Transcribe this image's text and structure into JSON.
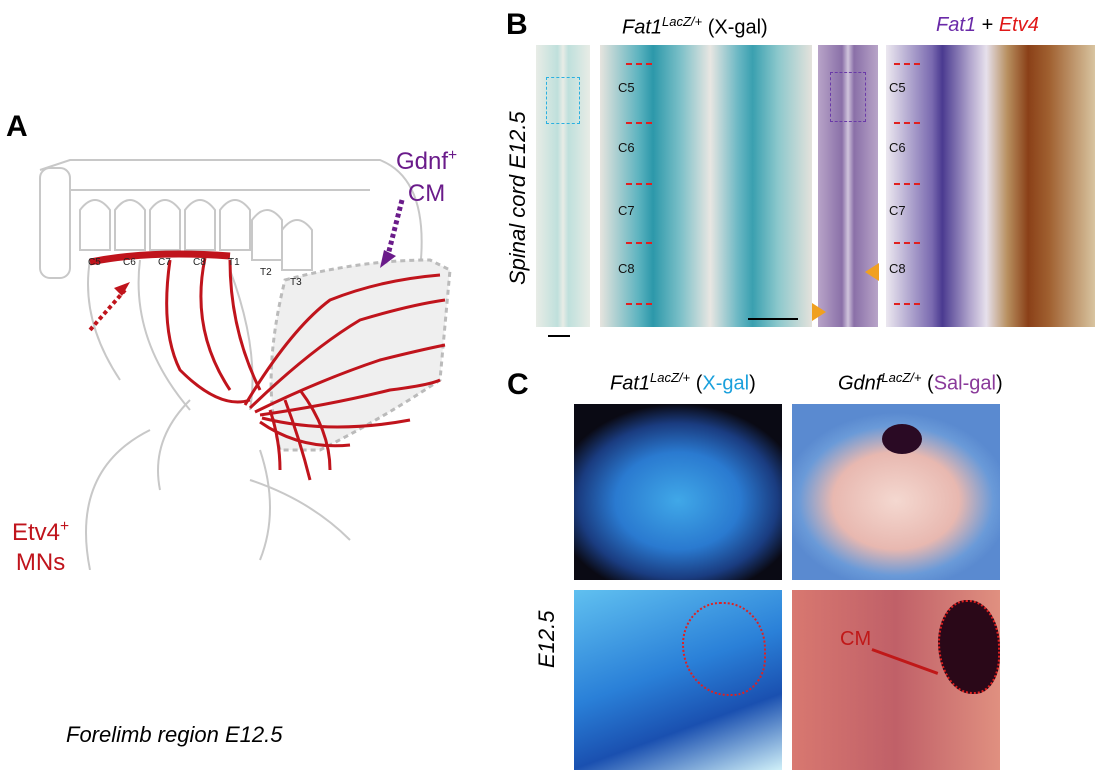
{
  "panel_a": {
    "letter": "A",
    "segments": [
      "C5",
      "C6",
      "C7",
      "C8",
      "T1",
      "T2",
      "T3"
    ],
    "mn_label": {
      "name": "Etv4",
      "sup": "+",
      "line2": "MNs"
    },
    "cm_label": {
      "name": "Gdnf",
      "sup": "+",
      "line2": "CM"
    },
    "caption": "Forelimb region E12.5",
    "colors": {
      "nerve": "#c0141c",
      "cm": "#6a1b8a",
      "outline": "#c8c8c8"
    }
  },
  "panel_b": {
    "letter": "B",
    "side_label": "Spinal cord E12.5",
    "title1": {
      "gene": "Fat1",
      "sup": "LacZ/+",
      "stain": "(X-gal)"
    },
    "title2": {
      "gene1": "Fat1",
      "plus": "+",
      "gene2": "Etv4"
    },
    "levels_left": [
      "C5",
      "C6",
      "C7",
      "C8"
    ],
    "levels_right": [
      "C5",
      "C6",
      "C7",
      "C8"
    ]
  },
  "panel_c": {
    "letter": "C",
    "side_label": "E12.5",
    "title1": {
      "gene": "Fat1",
      "sup": "LacZ/+",
      "open": "(",
      "stain": "X-gal",
      "close": ")"
    },
    "title2": {
      "gene": "Gdnf",
      "sup": "LacZ/+",
      "open": "(",
      "stain": "Sal-gal",
      "close": ")"
    },
    "cm_annotation": "CM",
    "colors": {
      "xgal": "#1aa0dc",
      "salgal": "#8a3a9a"
    }
  }
}
